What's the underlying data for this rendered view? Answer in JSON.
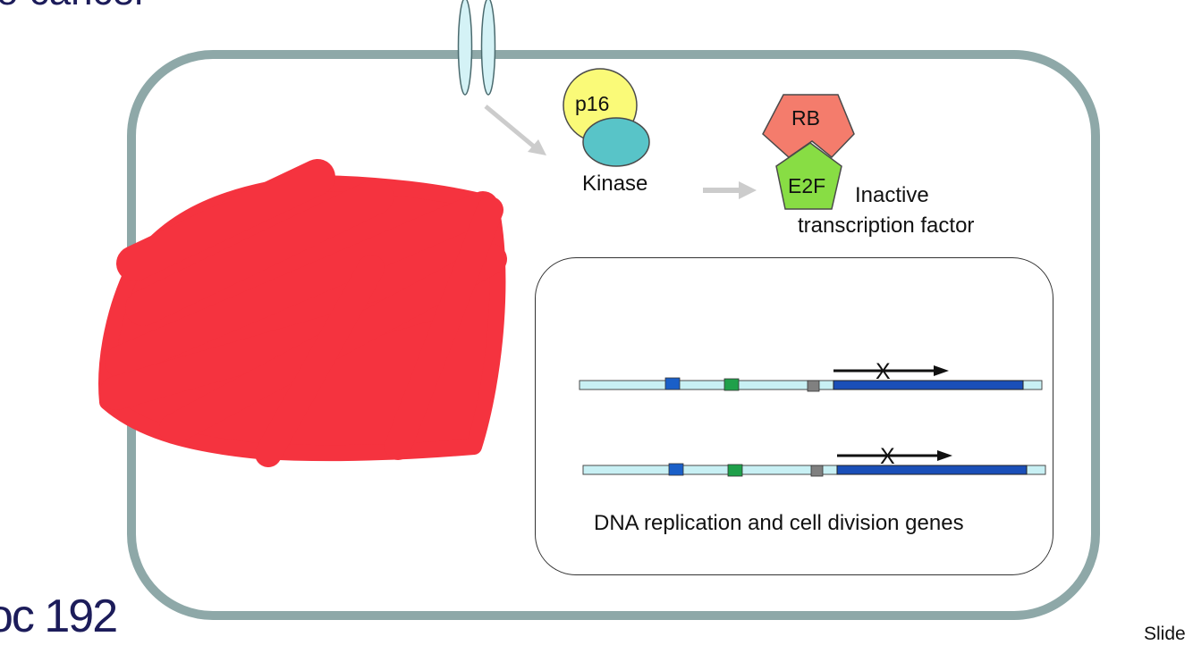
{
  "slide": {
    "heading_fragment": "o cancer",
    "logo_text": "oc 192",
    "slide_label": "Slide"
  },
  "diagram": {
    "p16_label": "p16",
    "kinase_label": "Kinase",
    "rb_label": "RB",
    "e2f_label": "E2F",
    "inactive_label_line1": "Inactive",
    "inactive_label_line2": "transcription factor",
    "dna_label": "DNA replication and cell division genes",
    "blocked_marker": "X"
  },
  "colors": {
    "cell_membrane": "#8ea8a8",
    "p16": "#fafa78",
    "kinase": "#58c4c8",
    "rb": "#f47c6c",
    "e2f": "#88dd44",
    "dna_strand": "#c8f0f4",
    "gene_body": "#1a4fb8",
    "redaction": "#f5333f"
  }
}
